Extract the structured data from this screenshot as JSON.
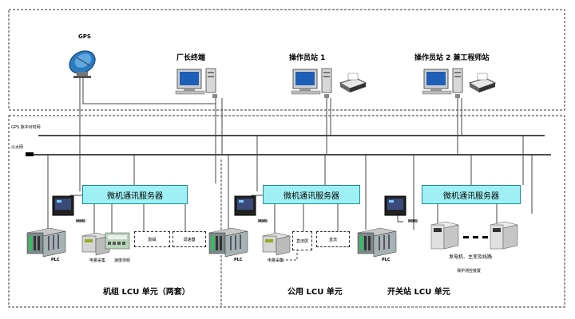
{
  "top": {
    "gps": "GPS",
    "factory_terminal": "厂长终端",
    "operator1": "操作员站 1",
    "operator2": "操作员站 2 兼工程师站"
  },
  "bus": {
    "gps_net": "GPS 脉冲对时网",
    "ethernet": "以太网"
  },
  "servers": {
    "s1": "微机通讯服务器",
    "s2": "微机通讯服务器",
    "s3": "微机通讯服务器"
  },
  "devices": {
    "plc1": "PLC",
    "plc2": "PLC",
    "plc3": "PLC",
    "mmi1": "MMI",
    "mmi2": "MMI",
    "mmi3": "MMI",
    "meter1": "电量采集",
    "speed": "速度测频",
    "box1": "励磁",
    "box2": "调速器",
    "meter2": "电量采集",
    "box3": "直流屏",
    "box4": "直流",
    "gen_line": "发电机、主变及线路",
    "protect": "保护测控装置"
  },
  "units": {
    "unit1": "机组 LCU 单元（两套）",
    "unit2": "公用 LCU 单元",
    "unit3": "开关站 LCU 单元"
  }
}
